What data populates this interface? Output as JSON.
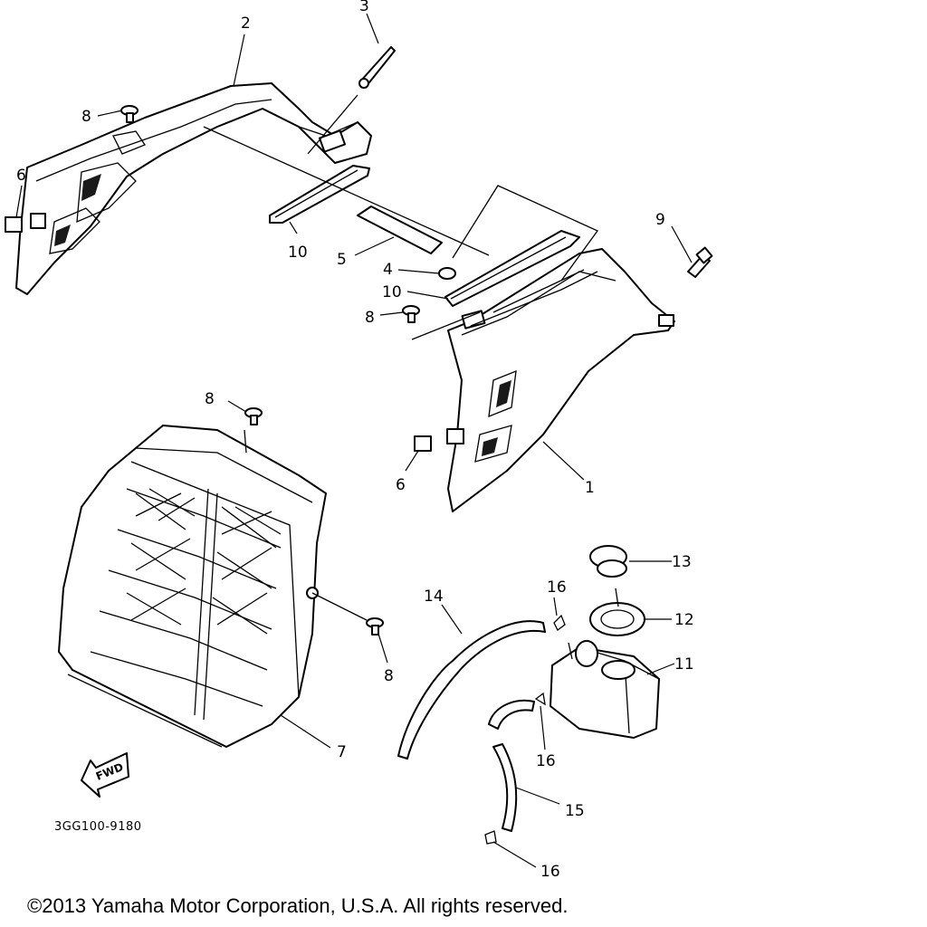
{
  "callouts": {
    "c1": "1",
    "c2": "2",
    "c3": "3",
    "c4": "4",
    "c5": "5",
    "c6a": "6",
    "c6b": "6",
    "c7": "7",
    "c8a": "8",
    "c8b": "8",
    "c8c": "8",
    "c8d": "8",
    "c9": "9",
    "c10a": "10",
    "c10b": "10",
    "c11": "11",
    "c12": "12",
    "c13": "13",
    "c14": "14",
    "c15": "15",
    "c16a": "16",
    "c16b": "16",
    "c16c": "16"
  },
  "diagram_code": "3GG100-9180",
  "fwd_label": "FWD",
  "copyright": "©2013 Yamaha Motor Corporation, U.S.A. All rights reserved."
}
